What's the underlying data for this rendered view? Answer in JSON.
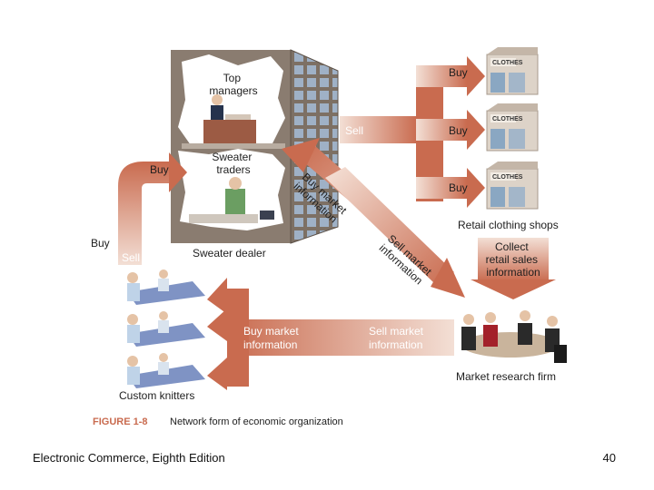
{
  "diagram": {
    "labels": {
      "top_managers": [
        "Top",
        "managers"
      ],
      "sweater_traders": [
        "Sweater",
        "traders"
      ],
      "sweater_dealer": "Sweater dealer",
      "retail_clothing_shops": "Retail clothing shops",
      "custom_knitters": "Custom knitters",
      "market_research_firm": "Market research firm",
      "collect_retail": [
        "Collect",
        "retail sales",
        "information"
      ],
      "buy_market_diag": [
        "Buy market",
        "information"
      ],
      "sell_market_diag": [
        "Sell market",
        "information"
      ],
      "buy_market_info": [
        "Buy market",
        "information"
      ],
      "sell_market_info": [
        "Sell market",
        "information"
      ],
      "sell_to_shops": "Sell",
      "buy_shop_1": "Buy",
      "buy_shop_2": "Buy",
      "buy_shop_3": "Buy",
      "buy_knitters": "Buy",
      "buy_left": "Buy",
      "sell_left": "Sell",
      "shop_sign": "CLOTHES"
    },
    "colors": {
      "arrow": "#c96b4f",
      "arrow_light": "#f3dfd5",
      "building": "#8a7c70",
      "building_dark": "#6f6358",
      "window": "#8fa3ba",
      "shop": "#ddd3c8"
    }
  },
  "figure": {
    "number": "FIGURE 1-8",
    "caption": "Network form of economic organization"
  },
  "footer": {
    "left": "Electronic Commerce, Eighth Edition",
    "right": "40"
  }
}
